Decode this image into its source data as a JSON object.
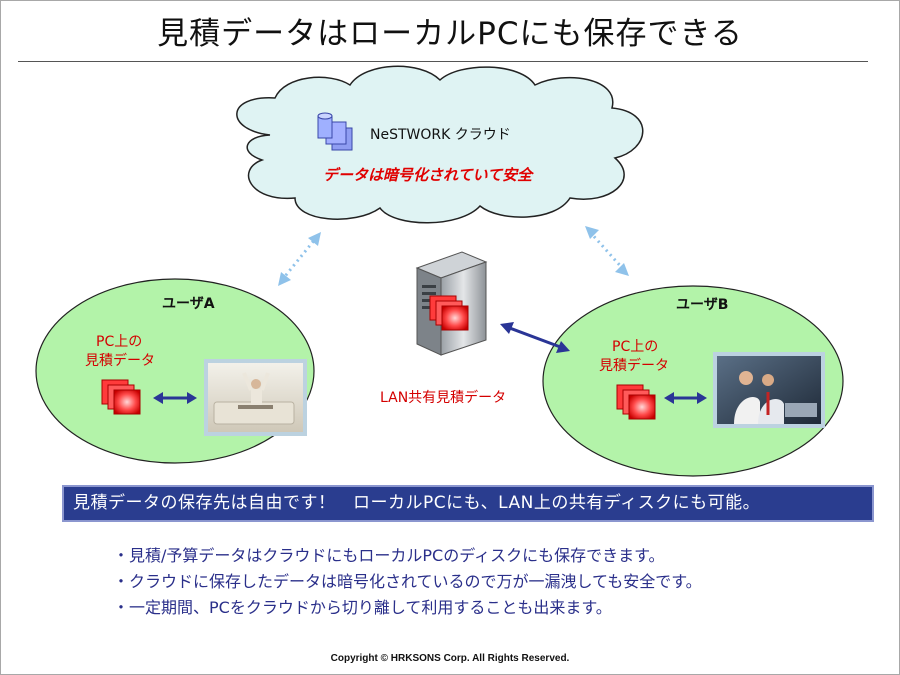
{
  "title": "見積データはローカルPCにも保存できる",
  "cloud": {
    "label": "NeSTWORK クラウド",
    "note": "データは暗号化されていて安全"
  },
  "server": {
    "label": "LAN共有見積データ"
  },
  "user_a": {
    "title": "ユーザA",
    "local_label_line1": "PC上の",
    "local_label_line2": "見積データ"
  },
  "user_b": {
    "title": "ユーザB",
    "local_label_line1": "PC上の",
    "local_label_line2": "見積データ"
  },
  "banner": "見積データの保存先は自由です！　ローカルPCにも、LAN上の共有ディスクにも可能。",
  "bullets": [
    "・見積/予算データはクラウドにもローカルPCのディスクにも保存できます。",
    "・クラウドに保存したデータは暗号化されているので万が一漏洩しても安全です。",
    "・一定期間、PCをクラウドから切り離して利用することも出来ます。"
  ],
  "copyright": "Copyright © HRKSONS Corp.    All Rights Reserved.",
  "colors": {
    "cloud_fill": "#dff3f3",
    "ellipse_fill": "#b3f3a9",
    "accent_red": "#e00000",
    "banner_bg": "#2a3d8f",
    "bullet_text": "#2a2f8a",
    "arrow_blue": "#2a3596"
  }
}
